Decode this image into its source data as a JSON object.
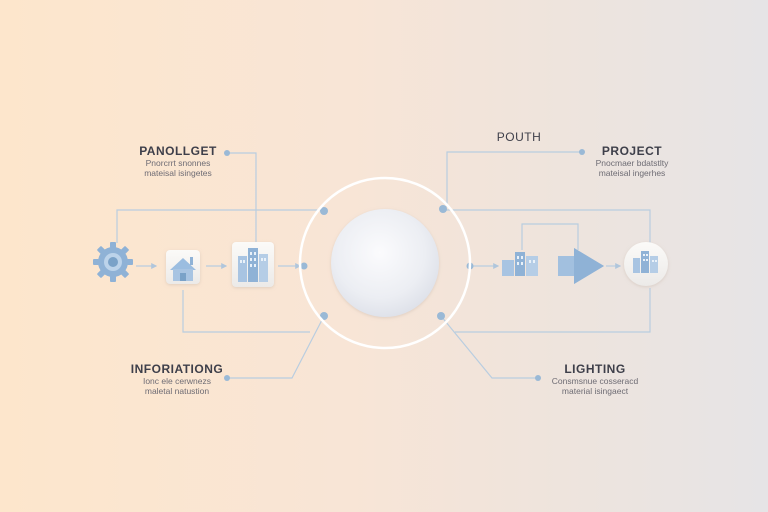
{
  "labels": {
    "top_left": {
      "title": "PANOLLGET",
      "line1": "Pnorcrrt snonnes",
      "line2": "mateisal isingetes"
    },
    "top_mid": {
      "title": "POUTH"
    },
    "top_right": {
      "title": "PROJECT",
      "line1": "Pnocmaer bdatstlty",
      "line2": "mateisal ingerhes"
    },
    "bottom_left": {
      "title": "INFORIATIONG",
      "line1": "Ionc ele cerwnezs",
      "line2": "maletal natustion"
    },
    "bottom_right": {
      "title": "LIGHTING",
      "line1": "Consmsnue cosseracd",
      "line2": "material isingaect"
    }
  },
  "icons": [
    "gear-icon",
    "house-icon",
    "buildings-icon",
    "core-sphere",
    "factory-icon",
    "arrow-icon",
    "city-icon"
  ],
  "colors": {
    "line": "#b9cde0",
    "node": "#9ab9d6",
    "icon_fill": "#a8c4e2",
    "icon_dark": "#7aa2c8",
    "ring": "#ffffff"
  }
}
